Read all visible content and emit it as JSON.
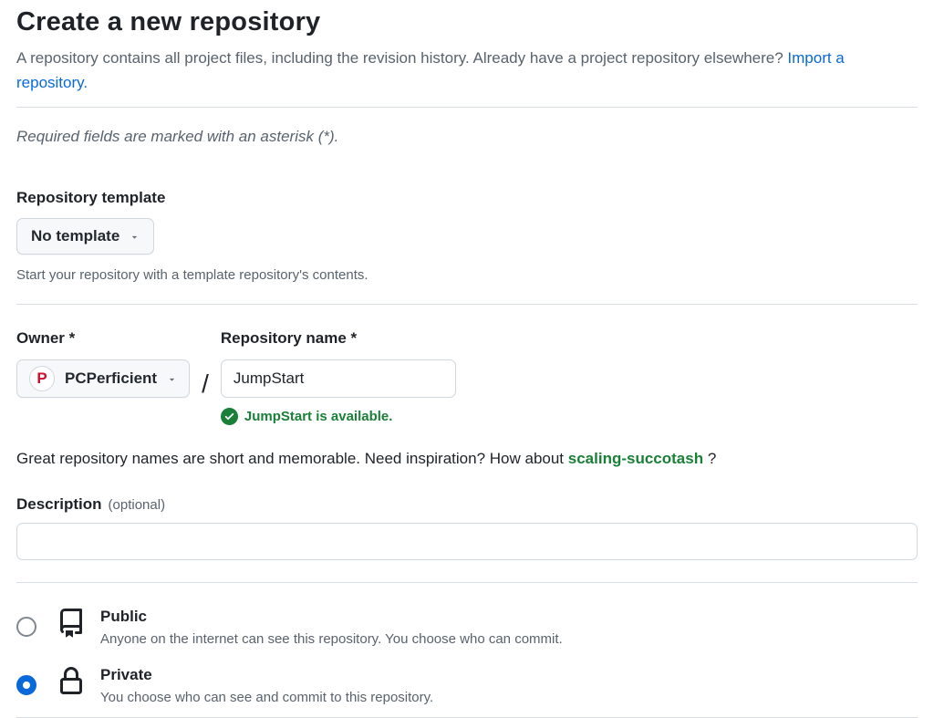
{
  "page": {
    "title": "Create a new repository",
    "intro": "A repository contains all project files, including the revision history. Already have a project repository elsewhere?",
    "import_link": "Import a repository.",
    "required_note": "Required fields are marked with an asterisk (*)."
  },
  "template_section": {
    "label": "Repository template",
    "dropdown_value": "No template",
    "hint": "Start your repository with a template repository's contents."
  },
  "owner_section": {
    "owner_label": "Owner *",
    "owner_value": "PCPerficient",
    "avatar_letter": "P",
    "separator": "/",
    "repo_label": "Repository name *",
    "repo_value": "JumpStart",
    "availability": "JumpStart is available."
  },
  "suggestion": {
    "text": "Great repository names are short and memorable. Need inspiration? How about ",
    "suggested_name": "scaling-succotash",
    "suffix": " ?"
  },
  "description_section": {
    "label": "Description",
    "caption": "(optional)",
    "value": ""
  },
  "visibility": {
    "options": [
      {
        "title": "Public",
        "description": "Anyone on the internet can see this repository. You choose who can commit.",
        "selected": false
      },
      {
        "title": "Private",
        "description": "You choose who can see and commit to this repository.",
        "selected": true
      }
    ]
  },
  "colors": {
    "link_blue": "#0969da",
    "success_green": "#1a7f37",
    "radio_selected_blue": "#0969da",
    "avatar_red": "#c8102e",
    "divider_gray": "#d8dee4"
  }
}
